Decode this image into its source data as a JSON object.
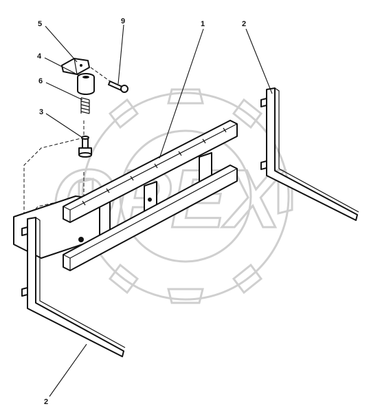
{
  "watermark": {
    "text": "OPEX"
  },
  "callouts": [
    {
      "id": "1",
      "label": "1"
    },
    {
      "id": "2-right",
      "label": "2"
    },
    {
      "id": "2-left",
      "label": "2"
    },
    {
      "id": "3",
      "label": "3"
    },
    {
      "id": "4",
      "label": "4"
    },
    {
      "id": "5",
      "label": "5"
    },
    {
      "id": "6",
      "label": "6"
    },
    {
      "id": "9",
      "label": "9"
    }
  ],
  "colors": {
    "line": "#111111",
    "watermark": "#cfcfcf",
    "background": "#ffffff"
  }
}
